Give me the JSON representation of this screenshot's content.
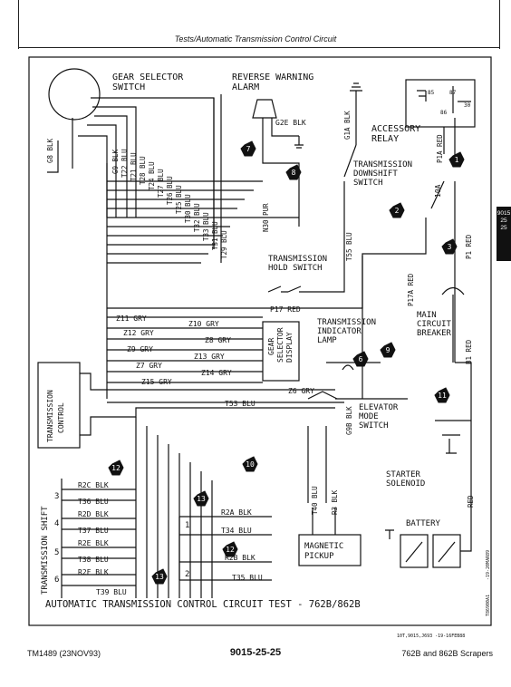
{
  "header": {
    "title": "Tests/Automatic Transmission Control Circuit"
  },
  "tab": {
    "lines": [
      "9015",
      "25",
      "25"
    ]
  },
  "footer": {
    "left": "TM1489 (23NOV93)",
    "center": "9015-25-25",
    "right": "762B and 862B Scrapers"
  },
  "labels": {
    "gear_selector": "GEAR SELECTOR",
    "gear_selector_switch": "SWITCH",
    "reverse_warning": "REVERSE WARNING",
    "alarm": "ALARM",
    "accessory": "ACCESSORY",
    "relay": "RELAY",
    "trans_downshift_1": "TRANSMISSION",
    "trans_downshift_2": "DOWNSHIFT",
    "trans_downshift_3": "SWITCH",
    "trans_hold_1": "TRANSMISSION",
    "trans_hold_2": "HOLD SWITCH",
    "main_cb_1": "MAIN",
    "main_cb_2": "CIRCUIT",
    "main_cb_3": "BREAKER",
    "trans_ind_1": "TRANSMISSION",
    "trans_ind_2": "INDICATOR",
    "trans_ind_3": "LAMP",
    "gear_display_1": "GEAR",
    "gear_display_2": "SELECTOR",
    "gear_display_3": "DISPLAY",
    "elevator_1": "ELEVATOR",
    "elevator_2": "MODE",
    "elevator_3": "SWITCH",
    "trans_control_1": "TRANSMISSION",
    "trans_control_2": "CONTROL",
    "trans_shift": "TRANSMISSION SHIFT",
    "starter_1": "STARTER",
    "starter_2": "SOLENOID",
    "battery": "BATTERY",
    "magnetic_1": "MAGNETIC",
    "magnetic_2": "PICKUP",
    "ten_a": "10A",
    "relay_85": "85",
    "relay_87": "87",
    "relay_30": "30",
    "relay_86": "86",
    "solenoid_1": "3",
    "solenoid_2": "4",
    "solenoid_3": "5",
    "solenoid_4": "6",
    "solenoid_5": "1",
    "solenoid_6": "2",
    "caption": "AUTOMATIC TRANSMISSION CONTROL CIRCUIT TEST - 762B/862B",
    "ref_code": "10T,9015,J693 -19-16FEB88",
    "side_code": "-19-20MAR89",
    "side_code2": "T86900A1"
  },
  "wires": {
    "g8": "G8 BLK",
    "g9": "G9 BLK",
    "t22": "T22 BLU",
    "t21": "T21 BLU",
    "t28": "T28 BLU",
    "t24": "T24 BLU",
    "t27": "T27 BLU",
    "t26": "T26 BLU",
    "t25": "T25 BLU",
    "t30": "T30 BLU",
    "t32": "T32 BLU",
    "t33": "T33 BLU",
    "t31": "T31 BLU",
    "t29": "T29 BLU",
    "n30": "N30 PUR",
    "g2e": "G2E BLK",
    "g1a": "G1A BLK",
    "t55": "T55 BLU",
    "p1a": "P1A RED",
    "p1": "P1 RED",
    "p17": "P17 RED",
    "p17a": "P17A RED",
    "b1": "B1 RED",
    "z11": "Z11 GRY",
    "z10": "Z10 GRY",
    "z12": "Z12 GRY",
    "z8": "Z8 GRY",
    "z9": "Z9 GRY",
    "z13": "Z13 GRY",
    "z7": "Z7 GRY",
    "z14": "Z14 GRY",
    "z15": "Z15 GRY",
    "z6": "Z6 GRY",
    "t53": "T53 BLU",
    "g9b": "G9B BLK",
    "t40": "T40 BLU",
    "r3": "R3 BLK",
    "red": "RED",
    "r2c": "R2C BLK",
    "t36": "T36 BLU",
    "r2d": "R2D BLK",
    "t37": "T37 BLU",
    "r2e": "R2E BLK",
    "t38": "T38 BLU",
    "r2f": "R2F BLK",
    "t39": "T39 BLU",
    "r2a": "R2A BLK",
    "t34": "T34 BLU",
    "r2b": "R2B BLK",
    "t35": "T35 BLU"
  },
  "callouts": [
    "1",
    "2",
    "3",
    "6",
    "7",
    "8",
    "9",
    "10",
    "11",
    "12",
    "12",
    "13",
    "13"
  ]
}
